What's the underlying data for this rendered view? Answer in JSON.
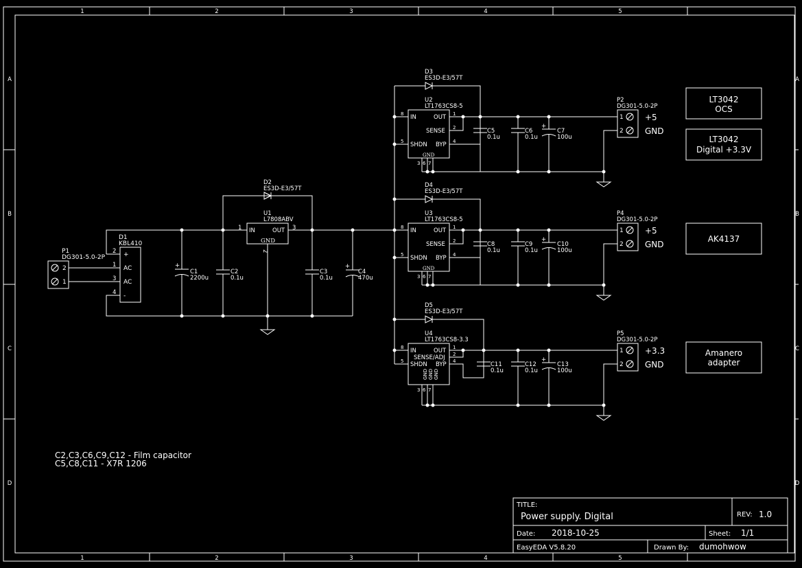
{
  "frame": {
    "columns": [
      "1",
      "2",
      "3",
      "4",
      "5"
    ],
    "rows": [
      "A",
      "B",
      "C",
      "D"
    ]
  },
  "components": {
    "P1": {
      "ref": "P1",
      "value": "DG301-5.0-2P",
      "pin_a": "2",
      "pin_b": "1"
    },
    "D1": {
      "ref": "D1",
      "value": "KBL410",
      "pin1": "2",
      "pin2": "1",
      "pin3": "3",
      "pin4": "4",
      "plus": "+",
      "ac1": "AC",
      "ac2": "AC",
      "minus": "-"
    },
    "C1": {
      "ref": "C1",
      "value": "2200u"
    },
    "C2": {
      "ref": "C2",
      "value": "0.1u"
    },
    "D2": {
      "ref": "D2",
      "value": "ES3D-E3/57T"
    },
    "U1": {
      "ref": "U1",
      "value": "L7808ABV",
      "in_label": "IN",
      "out_label": "OUT",
      "gnd_label": "GND",
      "pin_in": "1",
      "pin_out": "3",
      "pin_gnd": "2"
    },
    "C3": {
      "ref": "C3",
      "value": "0.1u"
    },
    "C4": {
      "ref": "C4",
      "value": "470u"
    },
    "D3": {
      "ref": "D3",
      "value": "ES3D-E3/57T"
    },
    "U2": {
      "ref": "U2",
      "value": "LT1763CS8-5"
    },
    "C5": {
      "ref": "C5",
      "value": "0.1u"
    },
    "C6": {
      "ref": "C6",
      "value": "0.1u"
    },
    "C7": {
      "ref": "C7",
      "value": "100u"
    },
    "P2": {
      "ref": "P2",
      "value": "DG301-5.0-2P",
      "pin_a": "1",
      "pin_b": "2",
      "label_a": "+5",
      "label_b": "GND"
    },
    "D4": {
      "ref": "D4",
      "value": "ES3D-E3/57T"
    },
    "U3": {
      "ref": "U3",
      "value": "LT1763CS8-5"
    },
    "C8": {
      "ref": "C8",
      "value": "0.1u"
    },
    "C9": {
      "ref": "C9",
      "value": "0.1u"
    },
    "C10": {
      "ref": "C10",
      "value": "100u"
    },
    "P4": {
      "ref": "P4",
      "value": "DG301-5.0-2P",
      "pin_a": "1",
      "pin_b": "2",
      "label_a": "+5",
      "label_b": "GND"
    },
    "D5": {
      "ref": "D5",
      "value": "ES3D-E3/57T"
    },
    "U4": {
      "ref": "U4",
      "value": "LT1763CS8-3.3"
    },
    "C11": {
      "ref": "C11",
      "value": "0.1u"
    },
    "C12": {
      "ref": "C12",
      "value": "0.1u"
    },
    "C13": {
      "ref": "C13",
      "value": "100u"
    },
    "P5": {
      "ref": "P5",
      "value": "DG301-5.0-2P",
      "pin_a": "1",
      "pin_b": "2",
      "label_a": "+3.3",
      "label_b": "GND"
    }
  },
  "ldo": {
    "in_label": "IN",
    "out_label": "OUT",
    "sense_label": "SENSE",
    "shdn_label": "SHDN",
    "byp_label": "BYP",
    "gnd_label": "GND",
    "sense_adj_label": "SENSE/ADJ",
    "pin_in": "8",
    "pin_out": "1",
    "pin_sense": "2",
    "pin_shdn": "5",
    "pin_byp": "4",
    "pin_g3": "3",
    "pin_g6": "6",
    "pin_g7": "7"
  },
  "blocks": {
    "b1_line1": "LT3042",
    "b1_line2": "OCS",
    "b2_line1": "LT3042",
    "b2_line2": "Digital +3.3V",
    "b3_line1": "AK4137",
    "b4_line1": "Amanero",
    "b4_line2": "adapter"
  },
  "notes": {
    "line1": "C2,C3,C6,C9,C12 - Film capacitor",
    "line2": "C5,C8,C11 - X7R 1206"
  },
  "title_block": {
    "title_label": "TITLE:",
    "title": "Power supply. Digital",
    "rev_label": "REV:",
    "rev": "1.0",
    "date_label": "Date:",
    "date": "2018-10-25",
    "sheet_label": "Sheet:",
    "sheet": "1/1",
    "tool": "EasyEDA V5.8.20",
    "drawn_label": "Drawn By:",
    "drawn_by": "dumohwow"
  }
}
